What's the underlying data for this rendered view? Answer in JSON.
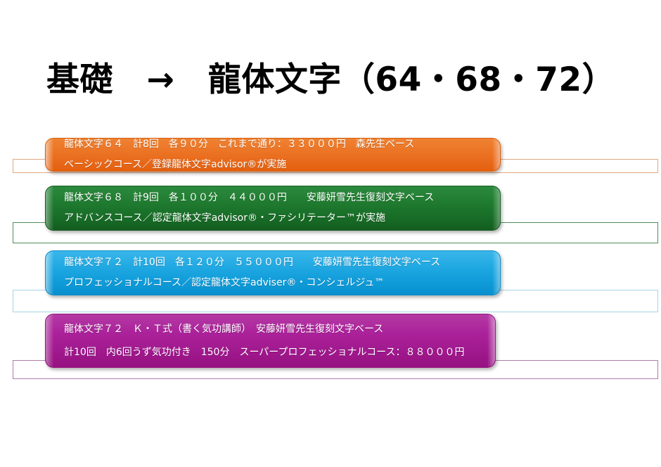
{
  "title": "基礎　→　龍体文字（64・68・72）",
  "colors": {
    "basic": "#e8691a",
    "advance": "#1f7a2f",
    "pro": "#1fa8e2",
    "superpro": "#ab229a",
    "title_text": "#000000",
    "card_text": "#ffffff"
  },
  "cards": [
    {
      "id": "basic",
      "line1": "龍体文字６４　計8回　各９０分　これまで通り：３３０００円　森先生ベース",
      "line2": "ベーシックコース／登録龍体文字advisor®が実施"
    },
    {
      "id": "advance",
      "line1": "龍体文字６８　計9回　各１００分　４４０００円　　安藤妍雪先生復刻文字ベース",
      "line2": "アドバンスコース／認定龍体文字advisor®・ファシリテーター™が実施"
    },
    {
      "id": "pro",
      "line1": "龍体文字７２　計10回　各１２０分　５５０００円　　安藤妍雪先生復刻文字ベース",
      "line2": "プロフェッショナルコース／認定龍体文字adviser®・コンシェルジュ™"
    },
    {
      "id": "superpro",
      "line1": "龍体文字７２　Ｋ・Ｔ式（書く気功講師）　安藤妍雪先生復刻文字ベース",
      "line2": "計10回　内6回うず気功付き　150分　スーパープロフェッショナルコース：８８０００円"
    }
  ]
}
